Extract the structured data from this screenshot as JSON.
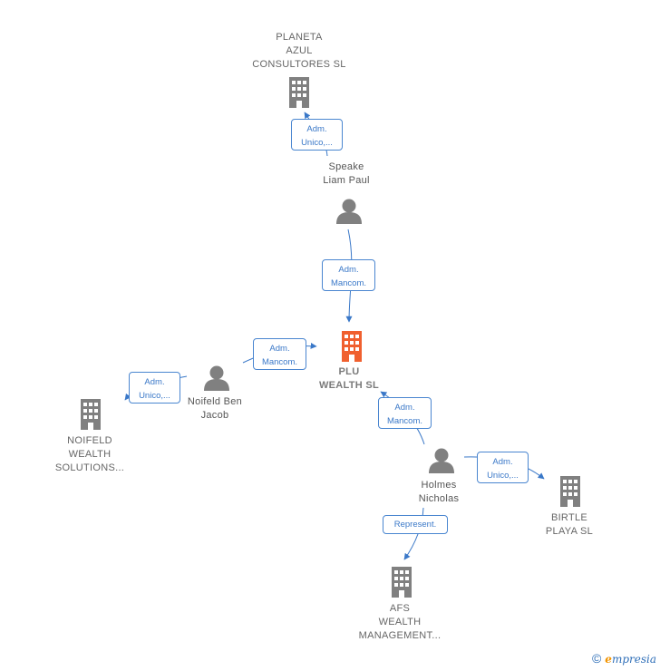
{
  "nodes": {
    "planeta": {
      "label": "PLANETA\nAZUL\nCONSULTORES SL",
      "type": "company"
    },
    "speake": {
      "label": "Speake\nLiam Paul",
      "type": "person"
    },
    "plu": {
      "label": "PLU\nWEALTH  SL",
      "type": "company-main"
    },
    "noifeld_ben": {
      "label": "Noifeld Ben\nJacob",
      "type": "person"
    },
    "noifeld_wealth": {
      "label": "NOIFELD\nWEALTH\nSOLUTIONS...",
      "type": "company"
    },
    "holmes": {
      "label": "Holmes\nNicholas",
      "type": "person"
    },
    "birtle": {
      "label": "BIRTLE\nPLAYA  SL",
      "type": "company"
    },
    "afs": {
      "label": "AFS\nWEALTH\nMANAGEMENT...",
      "type": "company"
    }
  },
  "edges": {
    "speake_planeta": "Adm.\nUnico,...",
    "speake_plu": "Adm.\nMancom.",
    "noifeld_plu": "Adm.\nMancom.",
    "noifeld_noifeldwealth": "Adm.\nUnico,...",
    "holmes_plu": "Adm.\nMancom.",
    "holmes_birtle": "Adm.\nUnico,...",
    "holmes_afs": "Represent."
  },
  "footer": {
    "copyright": "©",
    "brand_e": "e",
    "brand_rest": "mpresia"
  },
  "colors": {
    "main_company": "#f0602f",
    "node_gray": "#808080",
    "edge_blue": "#3a78c8"
  }
}
